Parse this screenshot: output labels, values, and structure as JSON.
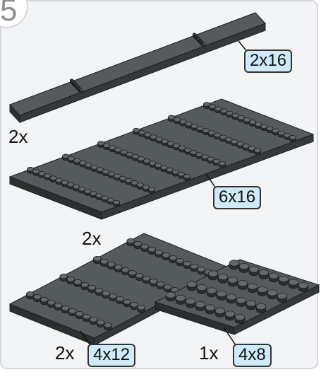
{
  "step_number": "5",
  "parts": [
    {
      "size": "2x16",
      "quantity": "",
      "color": "#3f4345",
      "stud_color": "#2a2d2f"
    },
    {
      "size": "6x16",
      "quantity": "2x",
      "color": "#3f4345",
      "stud_color": "#2a2d2f"
    },
    {
      "size": "4x12",
      "quantity": "2x",
      "color": "#3f4345",
      "stud_color": "#2a2d2f"
    },
    {
      "size": "4x8",
      "quantity": "1x",
      "color": "#3f4345",
      "stud_color": "#2a2d2f"
    }
  ],
  "extra_quantity": "2x",
  "colors": {
    "panel_background": "#f3f4f6",
    "panel_border": "#d3d6db",
    "label_background": "#cfeaf8",
    "callout_line": "#111111"
  }
}
